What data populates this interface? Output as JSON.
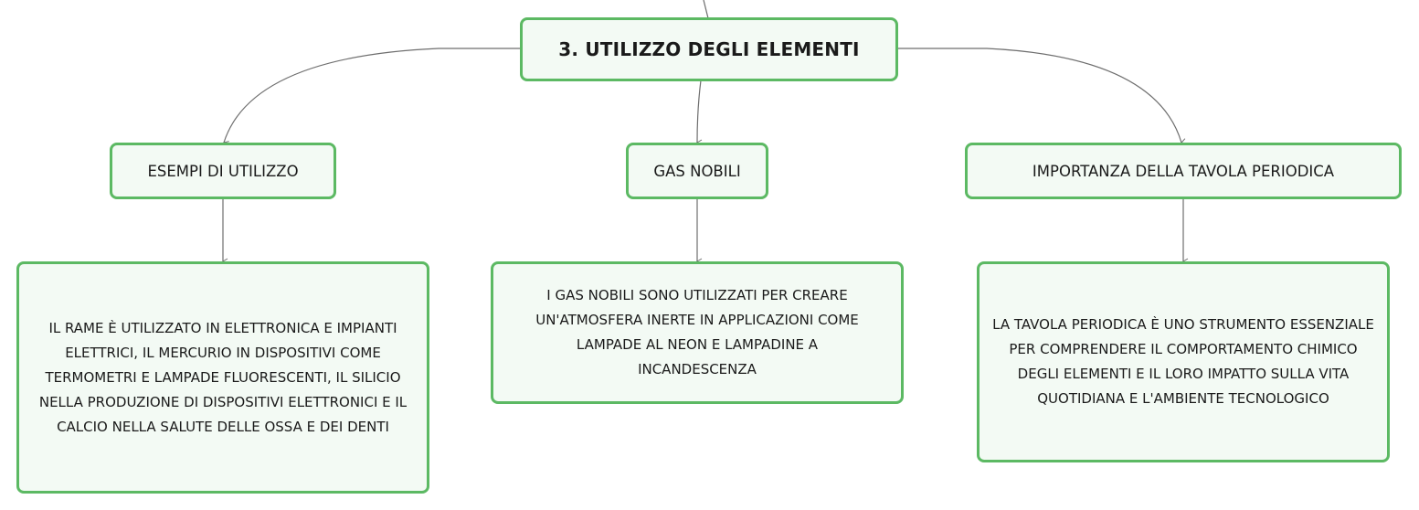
{
  "root": {
    "title": "3. UTILIZZO DEGLI ELEMENTI"
  },
  "branches": [
    {
      "title": "ESEMPI DI UTILIZZO",
      "detail": "IL RAME È UTILIZZATO IN ELETTRONICA E IMPIANTI ELETTRICI, IL MERCURIO IN DISPOSITIVI COME TERMOMETRI E LAMPADE FLUORESCENTI, IL SILICIO NELLA PRODUZIONE DI DISPOSITIVI ELETTRONICI E IL CALCIO NELLA SALUTE DELLE OSSA E DEI DENTI"
    },
    {
      "title": "GAS NOBILI",
      "detail": "I GAS NOBILI SONO UTILIZZATI PER CREARE UN'ATMOSFERA INERTE IN APPLICAZIONI COME LAMPADE AL NEON E LAMPADINE A INCANDESCENZA"
    },
    {
      "title": "IMPORTANZA DELLA TAVOLA PERIODICA",
      "detail": "LA TAVOLA PERIODICA È UNO STRUMENTO ESSENZIALE PER COMPRENDERE IL COMPORTAMENTO CHIMICO DEGLI ELEMENTI E IL LORO IMPATTO SULLA VITA QUOTIDIANA E L'AMBIENTE TECNOLOGICO"
    }
  ],
  "colors": {
    "node_border": "#5cb963",
    "node_fill": "#f3faf4",
    "connector": "#6e6e6e",
    "text": "#1a1a1a"
  }
}
